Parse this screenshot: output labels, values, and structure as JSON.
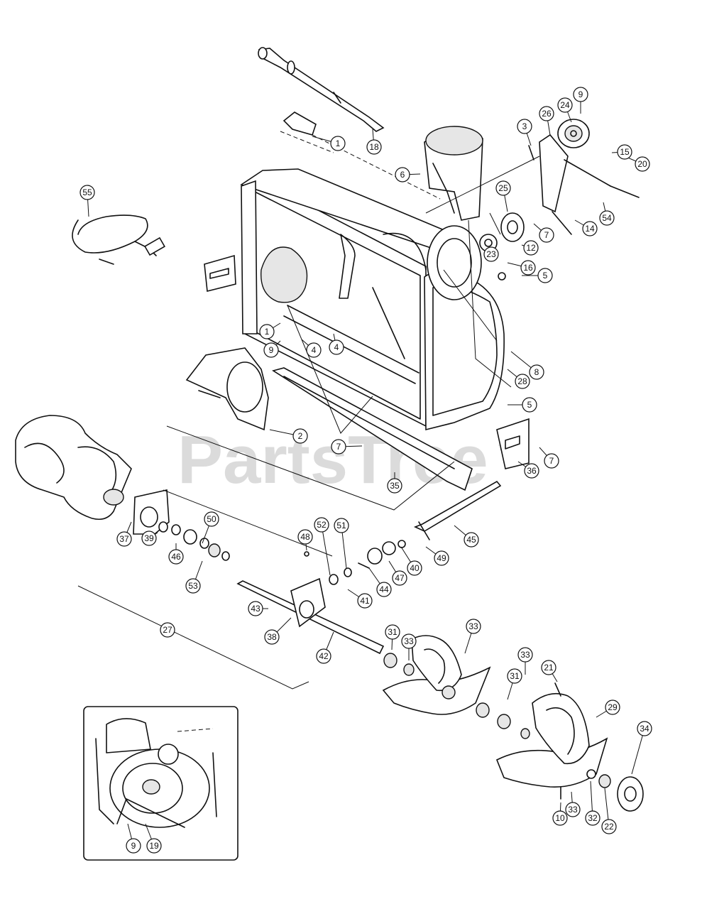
{
  "watermark": {
    "text": "PartsTree",
    "mark": "™"
  },
  "part_numbers": [
    "1",
    "18",
    "3",
    "26",
    "24",
    "9",
    "20",
    "15",
    "54",
    "14",
    "55",
    "6",
    "25",
    "7",
    "12",
    "23",
    "16",
    "5",
    "1",
    "9",
    "4",
    "4",
    "8",
    "28",
    "5",
    "2",
    "7",
    "35",
    "36",
    "7",
    "37",
    "39",
    "46",
    "50",
    "53",
    "48",
    "52",
    "51",
    "44",
    "47",
    "40",
    "49",
    "45",
    "41",
    "43",
    "38",
    "42",
    "27",
    "31",
    "33",
    "33",
    "31",
    "33",
    "21",
    "29",
    "34",
    "10",
    "33",
    "32",
    "22",
    "9",
    "19"
  ]
}
